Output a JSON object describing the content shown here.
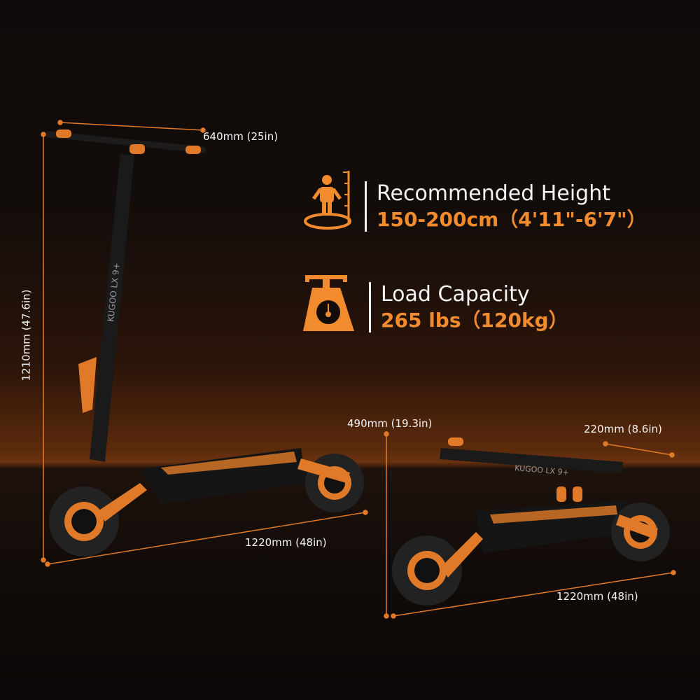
{
  "colors": {
    "accent": "#f28a2e",
    "text": "#f2f2f2",
    "background": "#0d0807"
  },
  "specs": [
    {
      "icon": "person-height-icon",
      "title": "Recommended Height",
      "value": "150-200cm（4'11\"-6'7\"）"
    },
    {
      "icon": "scale-icon",
      "title": "Load Capacity",
      "value": "265 lbs（120kg）"
    }
  ],
  "dimensions": {
    "handlebar_width": "640mm (25in)",
    "height": "1210mm (47.6in)",
    "length_unfolded": "1220mm (48in)",
    "folded_height": "490mm (19.3in)",
    "folded_width": "220mm (8.6in)",
    "length_folded": "1220mm (48in)"
  },
  "branding": {
    "stem_text": "KUGOO LX 9+"
  }
}
